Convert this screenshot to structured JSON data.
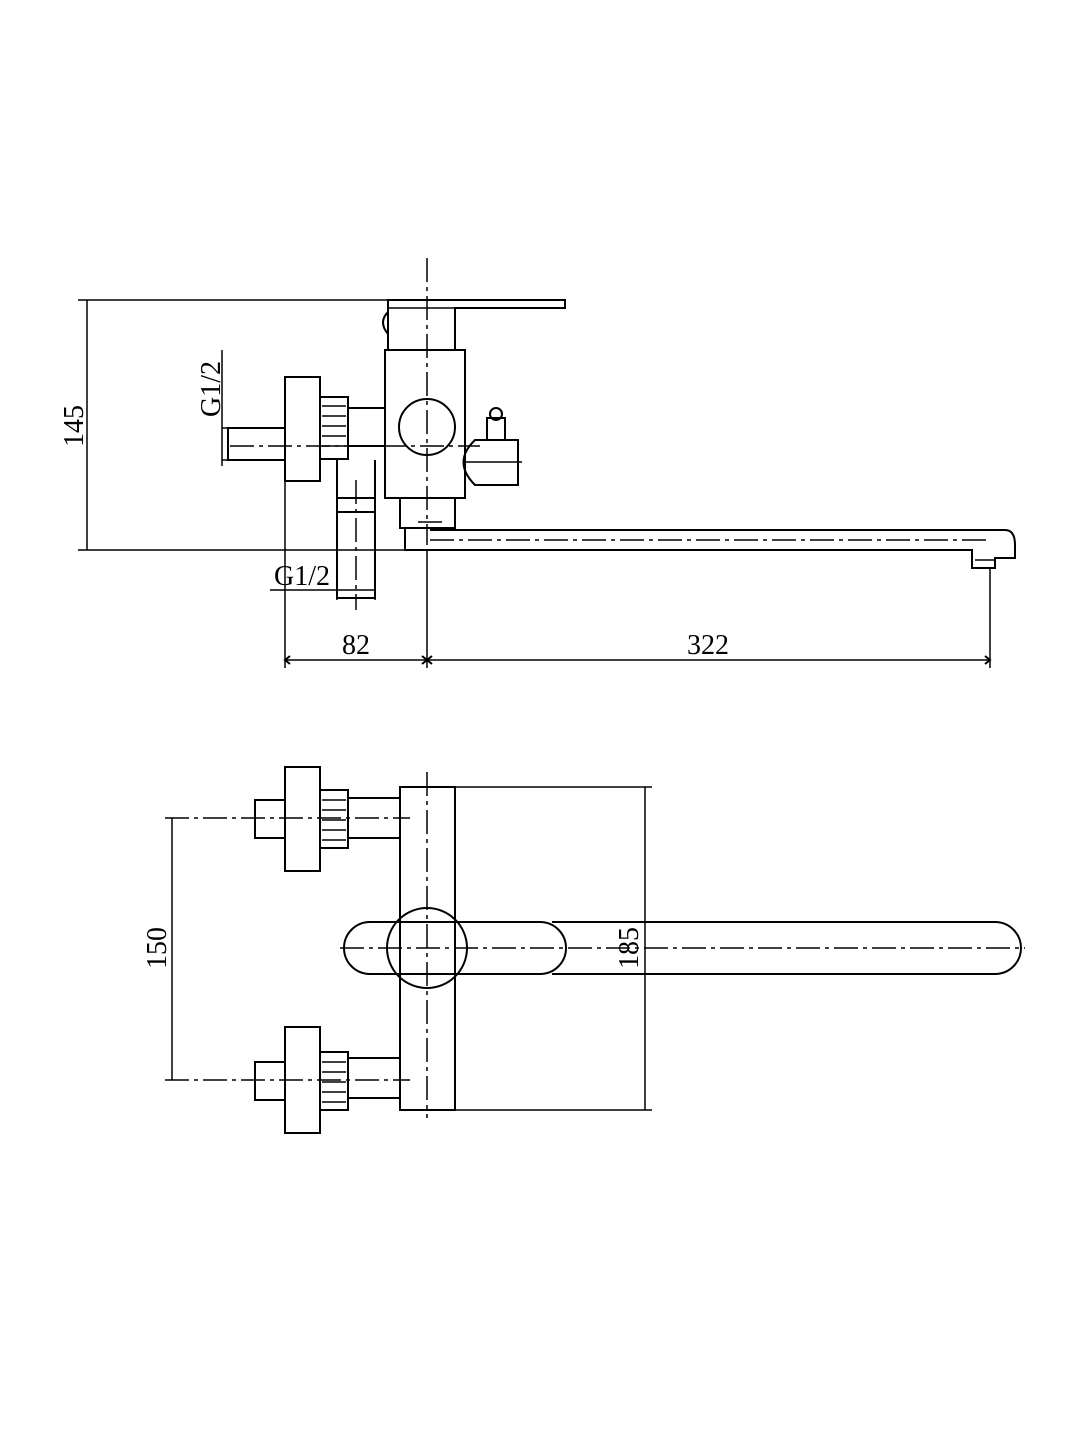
{
  "side_view": {
    "height_label": "145",
    "thread_top_label": "G1/2",
    "thread_bottom_label": "G1/2",
    "offset_label": "82",
    "spout_reach_label": "322"
  },
  "top_view": {
    "inlet_spacing_label": "150",
    "body_depth_label": "185"
  }
}
